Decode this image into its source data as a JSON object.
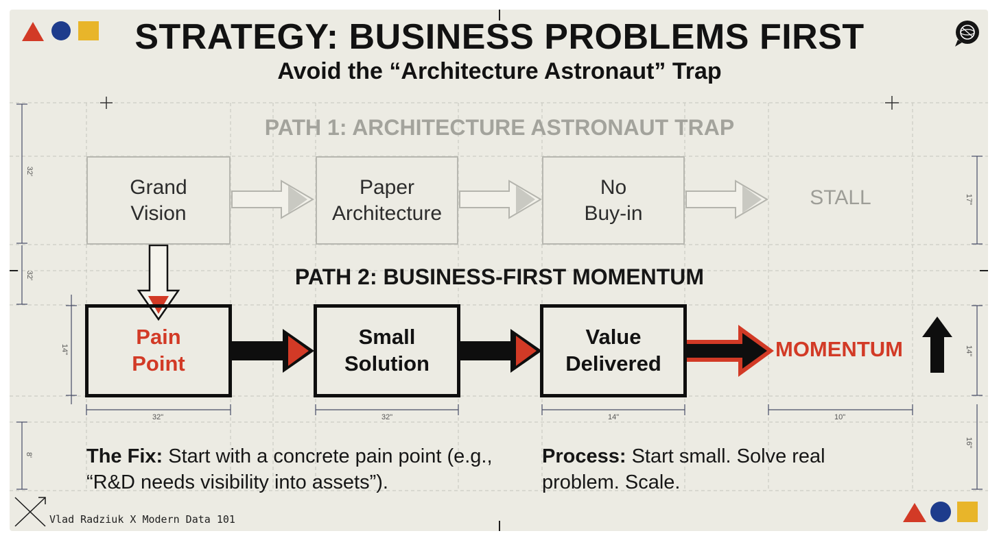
{
  "header": {
    "title": "STRATEGY: BUSINESS PROBLEMS FIRST",
    "subtitle": "Avoid the “Architecture Astronaut” Trap"
  },
  "path1": {
    "label": "PATH 1: ARCHITECTURE ASTRONAUT TRAP",
    "steps": [
      "Grand\nVision",
      "Paper\nArchitecture",
      "No\nBuy-in"
    ],
    "end": "STALL"
  },
  "path2": {
    "label": "PATH 2: BUSINESS-FIRST MOMENTUM",
    "steps": [
      "Pain\nPoint",
      "Small\nSolution",
      "Value\nDelivered"
    ],
    "end": "MOMENTUM"
  },
  "dimensions": {
    "bottom": [
      "32\"",
      "32\"",
      "14\"",
      "10\""
    ],
    "left": [
      "32'",
      "32'",
      "14\"",
      "8'"
    ],
    "right": [
      "17\"",
      "14\"",
      "16\""
    ]
  },
  "notes": {
    "fix_label": "The Fix:",
    "fix_text": " Start with a concrete pain point (e.g., “R&D needs visibility into assets”).",
    "process_label": "Process:",
    "process_text": " Start small. Solve real problem. Scale."
  },
  "footer": {
    "credit": "Vlad Radziuk X Modern Data 101"
  },
  "colors": {
    "background": "#ecebe3",
    "accent_red": "#d23a26",
    "accent_blue": "#1e3c8c",
    "accent_yellow": "#e8b52a",
    "ink": "#121212",
    "faded": "#a3a39c"
  },
  "icons": [
    "triangle-circle-square-logo",
    "globe-chat-icon",
    "compass-x-icon"
  ]
}
